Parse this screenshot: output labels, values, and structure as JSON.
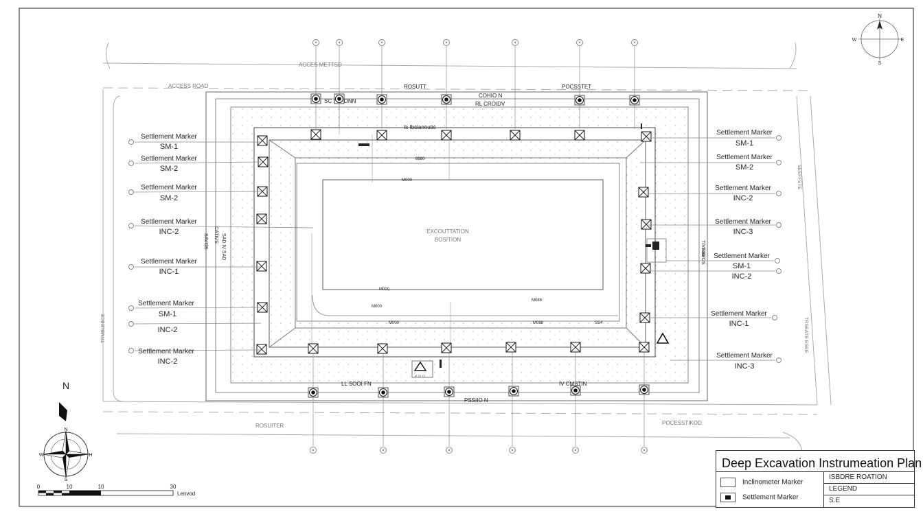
{
  "drawing": {
    "roads": {
      "top_lower_label": "ACCESS ROAD",
      "top_upper_label": "ACCES METTSD",
      "bottom_left_label": "ROSUITER",
      "bottom_right_label": "POCESSTIKOD",
      "left_vertical_label": "TRMBLEBCE",
      "right_vertical_upper_label": "SEEFFSTE",
      "right_vertical_lower_label": "TRSEATE ESEE"
    },
    "site": {
      "center_line1": "EXCOUTTATION",
      "center_line2": "BOSITION",
      "top_labels": [
        "ROSUTT",
        "POCSSTET",
        "COHIO N",
        "RL CROIDV",
        "SC SOI'ONN",
        "Is Ibslanoutis",
        "9880",
        "M000"
      ],
      "inner_labels": [
        "M000",
        "M000",
        "M088",
        "M088",
        "M000",
        "SS4"
      ],
      "left_side_labels": [
        "CATIVS",
        "SAVOS",
        "SAD IV SAD"
      ],
      "right_side_labels": [
        "TIVESE",
        "SAVOS"
      ],
      "bottom_labels": [
        "LL SOOI FN",
        "IV CMSTIN",
        "PSSIIO N"
      ]
    },
    "left_markers": [
      {
        "label": "Settlement Marker",
        "id": "SM-1"
      },
      {
        "label": "Settlement Marker",
        "id": "SM-2"
      },
      {
        "label": "Settlement Marker",
        "id": "SM-2"
      },
      {
        "label": "Settlement Marker",
        "id": "INC-2"
      },
      {
        "label": "Settlement Marker",
        "id": "INC-1"
      },
      {
        "label": "Settlement Marker",
        "id": "SM-1",
        "id2": "INC-2"
      },
      {
        "label": "Settlement Marker",
        "id": "INC-2"
      }
    ],
    "right_markers": [
      {
        "label": "Settlement Marker",
        "id": "SM-1"
      },
      {
        "label": "Settlement Marker",
        "id": "SM-2"
      },
      {
        "label": "Settlement Marker",
        "id": "INC-2"
      },
      {
        "label": "Settlement Marker",
        "id": "INC-3"
      },
      {
        "label": "Settlement Marker",
        "id": "SM-1",
        "id2": "INC-2"
      },
      {
        "label": "Settlement Marker",
        "id": "INC-1"
      },
      {
        "label": "Settlement Marker",
        "id": "INC-3"
      }
    ]
  },
  "compass_large": {
    "n": "N",
    "s": "S",
    "w": "W",
    "e": "H",
    "north_label": "N"
  },
  "compass_small": {
    "n": "N",
    "s": "S",
    "w": "W",
    "e": "E"
  },
  "scale_bar": {
    "ticks": [
      "0",
      "10",
      "10",
      "30"
    ],
    "unit": "Lenvod"
  },
  "title_block": {
    "title": "Deep Excavation Instrumeation Plan",
    "legend": {
      "inclinometer": "Inclinometer Marker",
      "settlement": "Settlement Marker"
    },
    "cells": {
      "row1": "ISBDRE ROATION",
      "row2": "LEGEND",
      "row3": "S.E"
    }
  }
}
